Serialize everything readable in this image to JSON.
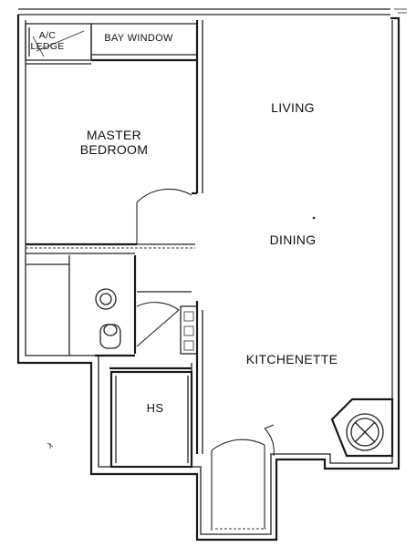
{
  "plan": {
    "rooms": {
      "ac_ledge": "A/C\nLEDGE",
      "bay_window": "BAY WINDOW",
      "master_bedroom": "MASTER\nBEDROOM",
      "living": "LIVING",
      "dining": "DINING",
      "kitchenette": "KITCHENETTE",
      "household_shelter": "HS"
    }
  }
}
